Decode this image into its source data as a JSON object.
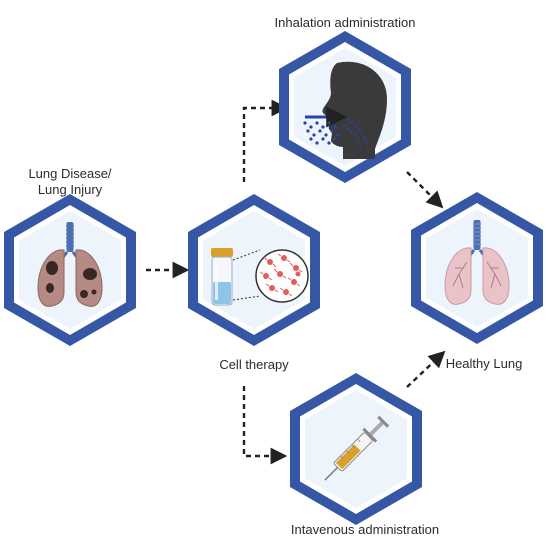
{
  "labels": {
    "lung_disease_line1": "Lung Disease/",
    "lung_disease_line2": "Lung Injury",
    "cell_therapy": "Cell therapy",
    "inhalation": "Inhalation administration",
    "intravenous": "Intavenous administration",
    "healthy_lung": "Healthy Lung"
  },
  "colors": {
    "hex_border": "#3557a5",
    "hex_fill": "#eef4fb",
    "arrow": "#222222",
    "lung_diseased": "#b58a84",
    "lung_healthy": "#e9c3c8",
    "trachea": "#4d6fb0",
    "head_silhouette": "#3a3a3a",
    "spray": "#2446a8",
    "syringe_fluid": "#d9a12a",
    "cells": "#e35c5c"
  },
  "icons": [
    "diseased-lung-icon",
    "cell-vial-icon",
    "cell-magnifier-icon",
    "head-inhalation-icon",
    "syringe-icon",
    "healthy-lung-icon"
  ]
}
